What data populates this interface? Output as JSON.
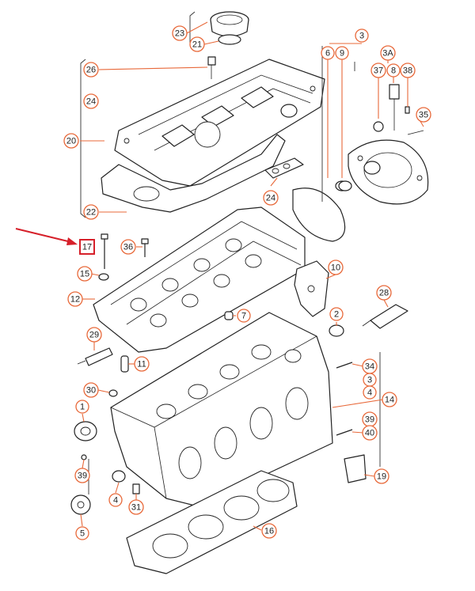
{
  "diagram": {
    "highlight_color": "#d6202a",
    "callout_color": "#e8693a",
    "highlighted_part": "17",
    "callouts": [
      {
        "label": "23"
      },
      {
        "label": "21"
      },
      {
        "label": "26"
      },
      {
        "label": "24"
      },
      {
        "label": "20"
      },
      {
        "label": "22"
      },
      {
        "label": "3"
      },
      {
        "label": "6"
      },
      {
        "label": "9"
      },
      {
        "label": "3A"
      },
      {
        "label": "37"
      },
      {
        "label": "8"
      },
      {
        "label": "38"
      },
      {
        "label": "35"
      },
      {
        "label": "24"
      },
      {
        "label": "17"
      },
      {
        "label": "36"
      },
      {
        "label": "15"
      },
      {
        "label": "12"
      },
      {
        "label": "10"
      },
      {
        "label": "28"
      },
      {
        "label": "2"
      },
      {
        "label": "7"
      },
      {
        "label": "29"
      },
      {
        "label": "11"
      },
      {
        "label": "34"
      },
      {
        "label": "3"
      },
      {
        "label": "4"
      },
      {
        "label": "14"
      },
      {
        "label": "30"
      },
      {
        "label": "1"
      },
      {
        "label": "39"
      },
      {
        "label": "40"
      },
      {
        "label": "39"
      },
      {
        "label": "19"
      },
      {
        "label": "4"
      },
      {
        "label": "31"
      },
      {
        "label": "5"
      },
      {
        "label": "16"
      }
    ]
  }
}
